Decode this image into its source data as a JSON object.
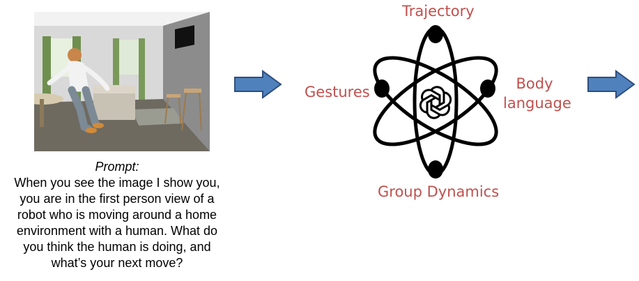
{
  "scene": {
    "image_alt": "simulated home environment with a human figure"
  },
  "prompt": {
    "label": "Prompt:",
    "lines": [
      "When you see the image I show you,",
      "you are in the first person view of a",
      "robot who is moving around a home",
      "environment with a human. What do",
      "you think the human is doing, and",
      "what’s your next move?"
    ]
  },
  "diagram": {
    "labels": {
      "trajectory": "Trajectory",
      "gestures": "Gestures",
      "body_language_line1": "Body",
      "body_language_line2": "language",
      "group_dynamics": "Group Dynamics"
    },
    "label_color": "#c0504d",
    "arrow_color": "#4f81bd",
    "arrow_outline": "#2f4f7f"
  }
}
